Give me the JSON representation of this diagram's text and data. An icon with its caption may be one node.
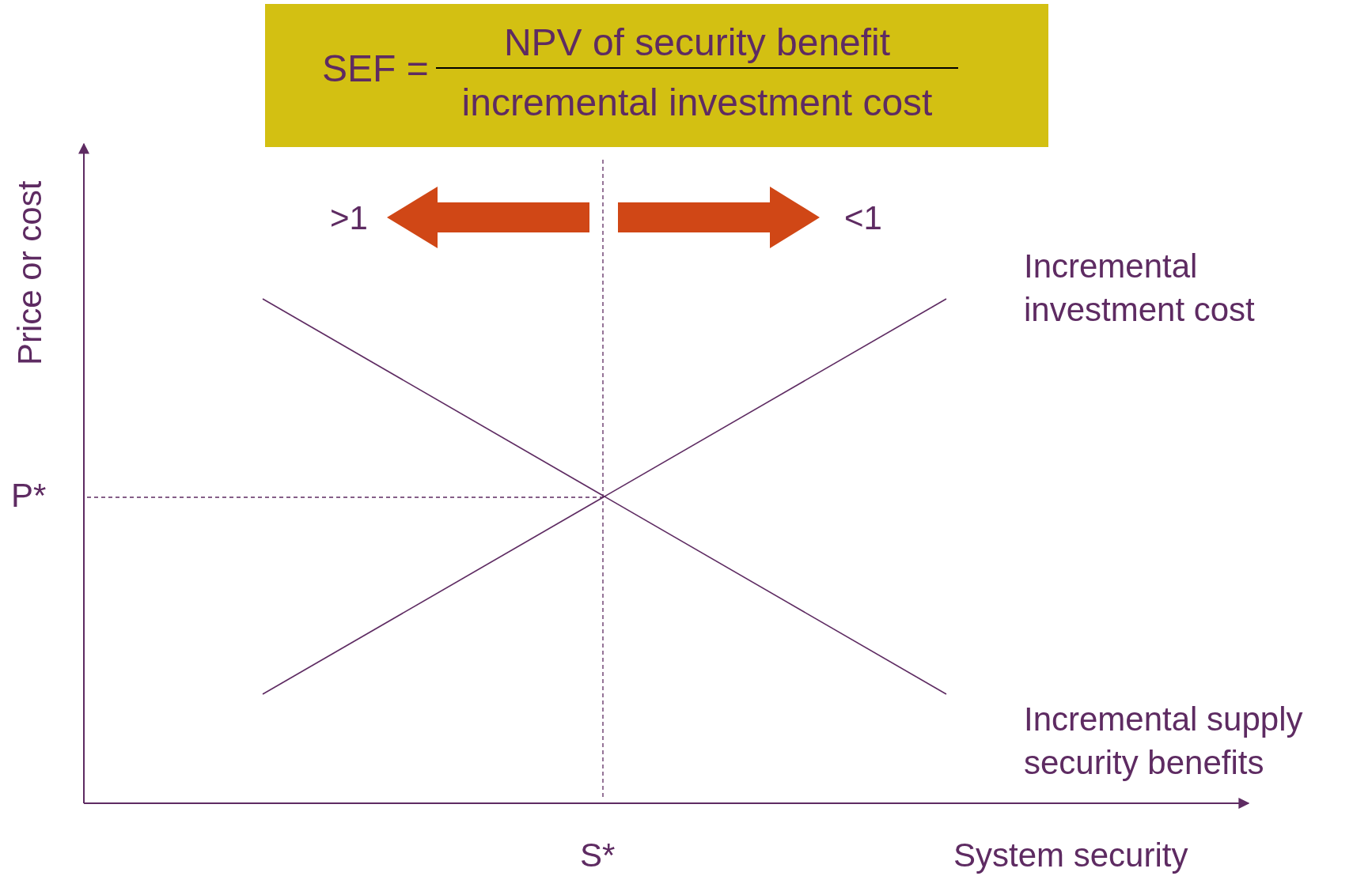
{
  "diagram": {
    "nodes": [
      {
        "text": [
          "SEF =",
          "NPV of security benefit",
          "incremental investment cost"
        ]
      }
    ],
    "labels": [
      ">1",
      "<1",
      "Price or cost",
      "Incremental investment cost",
      "P*",
      "Incremental supply security benefits",
      "S*",
      "System security"
    ]
  }
}
